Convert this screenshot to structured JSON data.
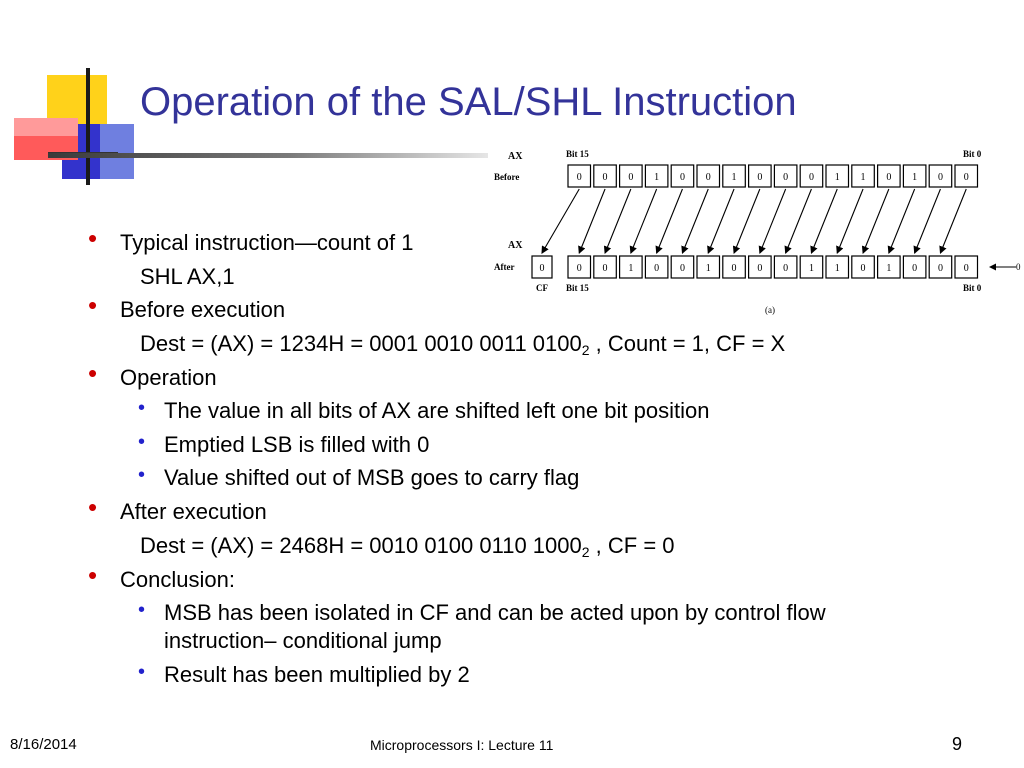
{
  "slide": {
    "title": "Operation of the SAL/SHL Instruction",
    "colors": {
      "title": "#333399",
      "bullet_l1": "#cc0000",
      "bullet_l2": "#2222cc"
    }
  },
  "diagram": {
    "ax_top": "AX",
    "bit15_top": "Bit 15",
    "bit0_top": "Bit 0",
    "before_label": "Before",
    "before_bits": [
      "0",
      "0",
      "0",
      "1",
      "0",
      "0",
      "1",
      "0",
      "0",
      "0",
      "1",
      "1",
      "0",
      "1",
      "0",
      "0"
    ],
    "ax_bottom": "AX",
    "after_label": "After",
    "cf_value": "0",
    "after_bits": [
      "0",
      "0",
      "1",
      "0",
      "0",
      "1",
      "0",
      "0",
      "0",
      "1",
      "1",
      "0",
      "1",
      "0",
      "0",
      "0"
    ],
    "fill_in": "0",
    "cf_label": "CF",
    "bit15_bottom": "Bit 15",
    "bit0_bottom": "Bit 0",
    "caption": "(a)"
  },
  "content": {
    "b1": "Typical instruction—count of 1",
    "b1_c": "SHL AX,1",
    "b2": "Before execution",
    "b2_c_pre": "Dest  = (AX) = 1234H   =  0001 0010 0011 0100",
    "b2_c_sub": "2",
    "b2_c_post": " , Count = 1, CF = X",
    "b3": "Operation",
    "b3_1": "The value in all bits of AX are shifted left one bit position",
    "b3_2": "Emptied LSB is filled with 0",
    "b3_3": "Value shifted out of MSB goes to carry flag",
    "b4": "After execution",
    "b4_c_pre": "Dest  = (AX) = 2468H   =  0010 0100 0110 1000",
    "b4_c_sub": "2",
    "b4_c_post": " , CF = 0",
    "b5": "Conclusion:",
    "b5_1_line1": "MSB has been isolated in CF and can be acted upon by control flow",
    "b5_1_line2": "instruction– conditional jump",
    "b5_2": "Result has been multiplied by 2"
  },
  "footer": {
    "date": "8/16/2014",
    "center": "Microprocessors I:   Lecture 11",
    "page": "9"
  }
}
